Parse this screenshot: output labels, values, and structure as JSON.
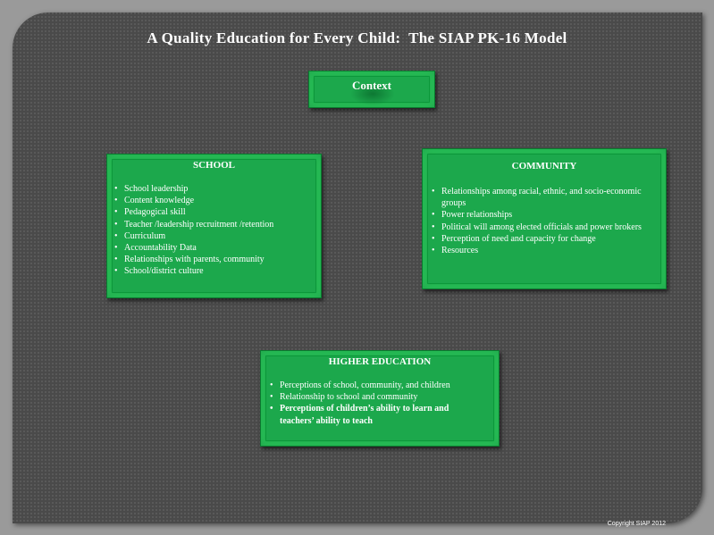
{
  "title": "A Quality Education for Every Child:  The SIAP PK-16 Model",
  "context": {
    "label": "Context"
  },
  "school": {
    "heading": "SCHOOL",
    "items": [
      "School leadership",
      "Content knowledge",
      "Pedagogical skill",
      "Teacher /leadership recruitment /retention",
      "Curriculum",
      "Accountability Data",
      "Relationships with parents, community",
      "School/district culture"
    ]
  },
  "community": {
    "heading": "COMMUNITY",
    "items": [
      "Relationships among racial, ethnic, and socio-economic groups",
      "Power  relationships",
      "Political will among elected officials and power brokers",
      "Perception of need and capacity for change",
      "Resources"
    ]
  },
  "higher_education": {
    "heading": "HIGHER EDUCATION",
    "items": [
      "Perceptions of school, community, and children",
      "Relationship to school and community",
      "Perceptions of children’s ability to learn and teachers’ ability to teach"
    ]
  },
  "copyright": "Copyright SIAP 2012",
  "colors": {
    "background": "#4a4a4a",
    "box_green": "#1ca84c",
    "text": "#ffffff"
  }
}
